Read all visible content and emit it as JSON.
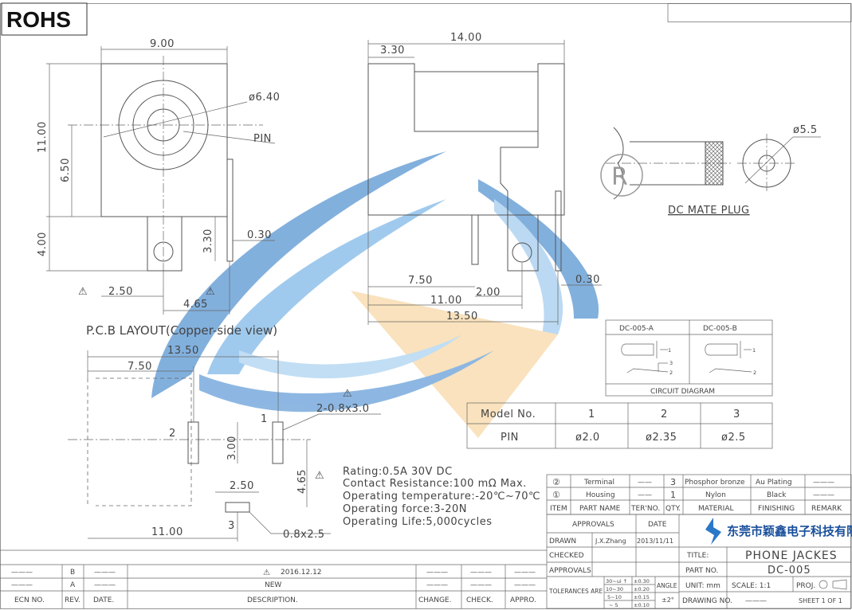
{
  "rohs_label": "ROHS",
  "front_view": {
    "width": "9.00",
    "height": "11.00",
    "center_height": "6.50",
    "bottom": "4.00",
    "diameter": "ø6.40",
    "pin_label": "PIN",
    "pin_h": "3.30",
    "pin_t": "0.30",
    "offset": "2.50",
    "pin_span": "4.65"
  },
  "side_view": {
    "length": "14.00",
    "front": "3.30",
    "d1": "7.50",
    "d2": "2.00",
    "d3": "11.00",
    "d4": "13.50",
    "pin_t": "0.30"
  },
  "plug": {
    "diameter": "ø5.5",
    "label": "DC  MATE  PLUG"
  },
  "pcb": {
    "title": "P.C.B  LAYOUT(Copper-side  view)",
    "d_total": "13.50",
    "d_7_5": "7.50",
    "d_11": "11.00",
    "d_slot": "2-0.8x3.0",
    "d_3": "3.00",
    "d_465": "4.65",
    "d_250": "2.50",
    "d_08": "0.8x2.5",
    "pin1": "1",
    "pin2": "2",
    "pin3": "3"
  },
  "circuit": {
    "a": "DC-005-A",
    "b": "DC-005-B",
    "title": "CIRCUIT  DIAGRAM",
    "n1": "1",
    "n2": "2",
    "n3": "3"
  },
  "model_table": {
    "headers": [
      "Model  No.",
      "1",
      "2",
      "3"
    ],
    "row": [
      "PIN",
      "ø2.0",
      "ø2.35",
      "ø2.5"
    ]
  },
  "notes": [
    "Rating:0.5A  30V  DC",
    "Contact  Resistance:100  mΩ  Max.",
    "Operating  temperature:-20℃~70℃",
    "Operating  force:3-20N",
    "Operating  Life:5,000cycles"
  ],
  "bom": {
    "rows": [
      {
        "no": "②",
        "part": "Terminal",
        "ter": "——",
        "qty": "3",
        "material": "Phosphor bronze",
        "finish": "Au Plating",
        "remark": "———"
      },
      {
        "no": "①",
        "part": "Housing",
        "ter": "——",
        "qty": "1",
        "material": "Nylon",
        "finish": "Black",
        "remark": "———"
      }
    ],
    "headers": [
      "ITEM",
      "PART  NAME",
      "TER'NO.",
      "QTY.",
      "MATERIAL",
      "FINISHING",
      "REMARK"
    ]
  },
  "title_block": {
    "approvals": "APPROVALS",
    "date": "DATE",
    "drawn": "DRAWN",
    "drawn_by": "J.X.Zhang",
    "drawn_date": "2013/11/11",
    "checked": "CHECKED",
    "approvals2": "APPROVALS",
    "tolerances": "TOLERANCES  ARE",
    "tol_ranges": [
      "30~ui ↑",
      "10~30",
      "5~10",
      "~ 5"
    ],
    "tol_vals": [
      "±0.30",
      "±0.20",
      "±0.15",
      "±0.10"
    ],
    "angle": "ANGLE",
    "angle_val": "±2°",
    "company": "东莞市颖鑫电子科技有限公司",
    "title_lbl": "TITLE:",
    "title": "PHONE  JACKES",
    "part_lbl": "PART  NO.",
    "part": "DC-005",
    "unit": "UNIT:  mm",
    "scale": "SCALE:   1:1",
    "proj": "PROJ.",
    "drawing": "DRAWING  NO.",
    "drawing_val": "———",
    "sheet": "SHEET   1  OF  1"
  },
  "revisions": {
    "rows": [
      {
        "ecn": "———",
        "rev": "B",
        "date": "———",
        "desc": "2016.12.12",
        "change": "———",
        "check": "———",
        "appro": "———"
      },
      {
        "ecn": "———",
        "rev": "A",
        "date": "———",
        "desc": "NEW",
        "change": "———",
        "check": "———",
        "appro": "———"
      }
    ],
    "headers": [
      "ECN  NO.",
      "REV.",
      "DATE.",
      "DESCRIPTION.",
      "CHANGE.",
      "CHECK.",
      "APPRO."
    ]
  }
}
